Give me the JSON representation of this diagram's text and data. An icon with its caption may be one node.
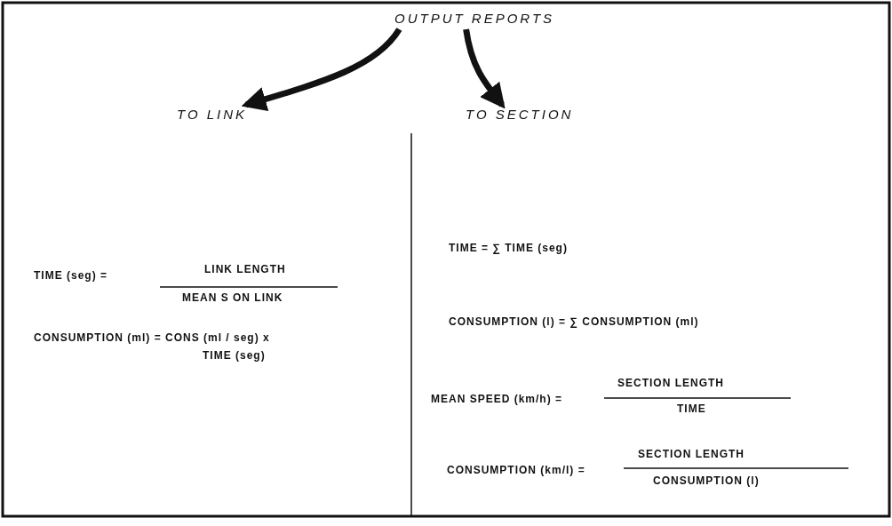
{
  "diagram": {
    "nodes": [
      {
        "text": [
          "OUTPUT REPORTS"
        ]
      },
      {
        "text": [
          "TO LINK"
        ]
      },
      {
        "text": [
          "TO SECTION"
        ]
      }
    ],
    "edges": [
      {
        "from": 0,
        "to": 1,
        "arrow": "to"
      },
      {
        "from": 0,
        "to": 2,
        "arrow": "to"
      }
    ],
    "labels": [
      "TIME (seg) =",
      "LINK LENGTH",
      "MEAN S ON LINK",
      "CONSUMPTION (ml) = CONS (ml / seg) x",
      "TIME (seg)",
      "TIME = ∑ TIME (seg)",
      "CONSUMPTION (l) = ∑ CONSUMPTION (ml)",
      "MEAN SPEED (km/h) =",
      "SECTION LENGTH",
      "TIME",
      "CONSUMPTION (km/l) =",
      "SECTION LENGTH",
      "CONSUMPTION (l)"
    ]
  }
}
